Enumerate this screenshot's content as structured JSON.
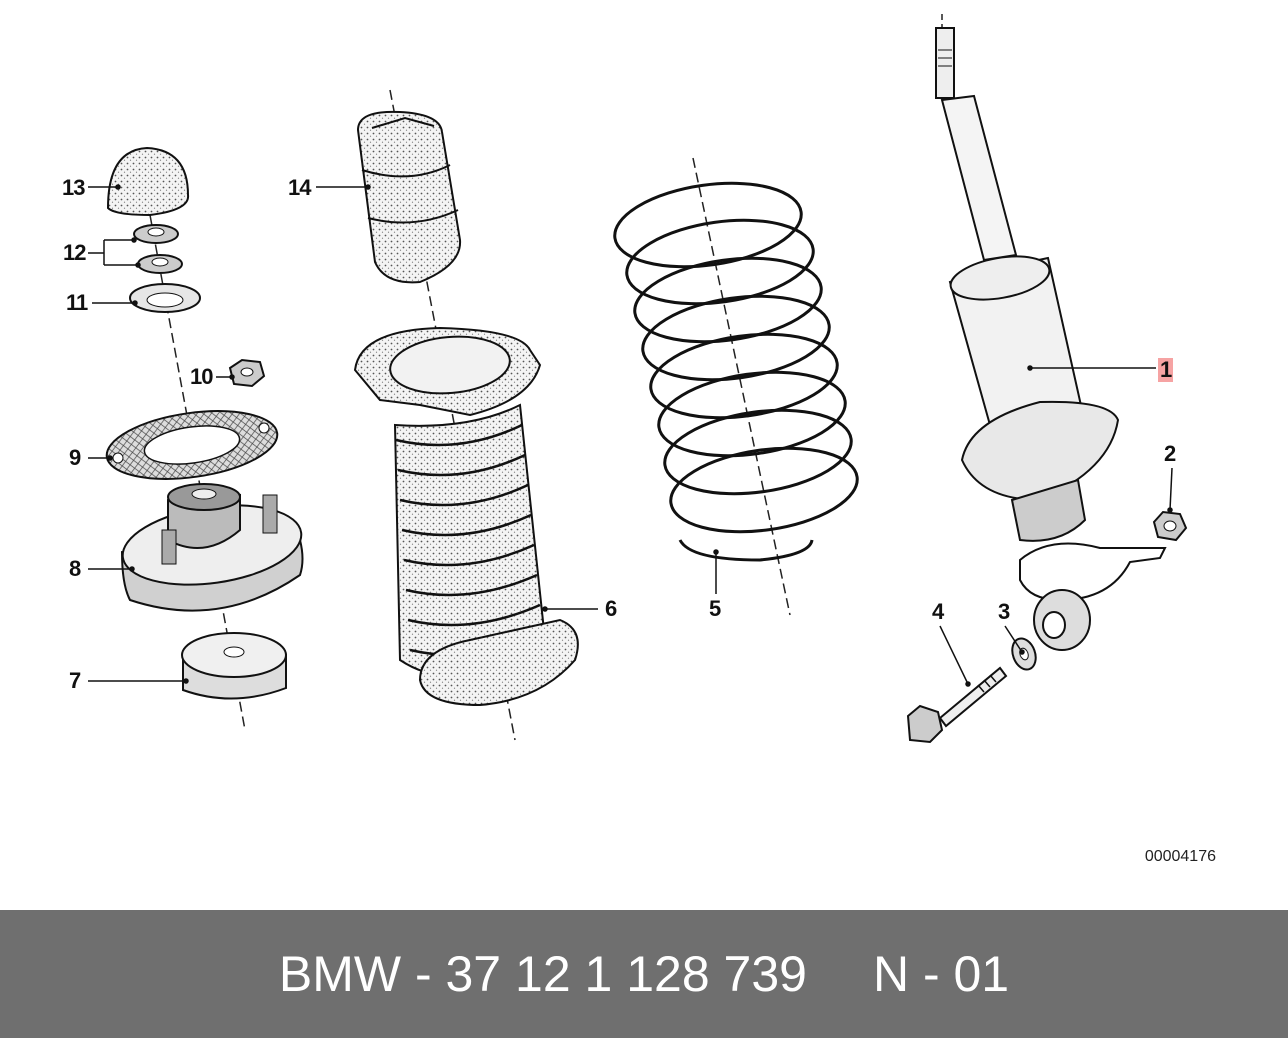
{
  "diagram": {
    "labels": [
      {
        "id": "1",
        "text": "1",
        "highlighted": true
      },
      {
        "id": "2",
        "text": "2"
      },
      {
        "id": "3",
        "text": "3"
      },
      {
        "id": "4",
        "text": "4"
      },
      {
        "id": "5",
        "text": "5"
      },
      {
        "id": "6",
        "text": "6"
      },
      {
        "id": "7",
        "text": "7"
      },
      {
        "id": "8",
        "text": "8"
      },
      {
        "id": "9",
        "text": "9"
      },
      {
        "id": "10",
        "text": "10"
      },
      {
        "id": "11",
        "text": "11"
      },
      {
        "id": "12",
        "text": "12"
      },
      {
        "id": "13",
        "text": "13"
      },
      {
        "id": "14",
        "text": "14"
      }
    ],
    "drawing_number": "00004176",
    "highlight_color": "#f6a3a3"
  },
  "footer": {
    "brand_part": "BMW - 37 12 1 128 739",
    "position": "N - 01",
    "background": "#6f6f6f"
  }
}
